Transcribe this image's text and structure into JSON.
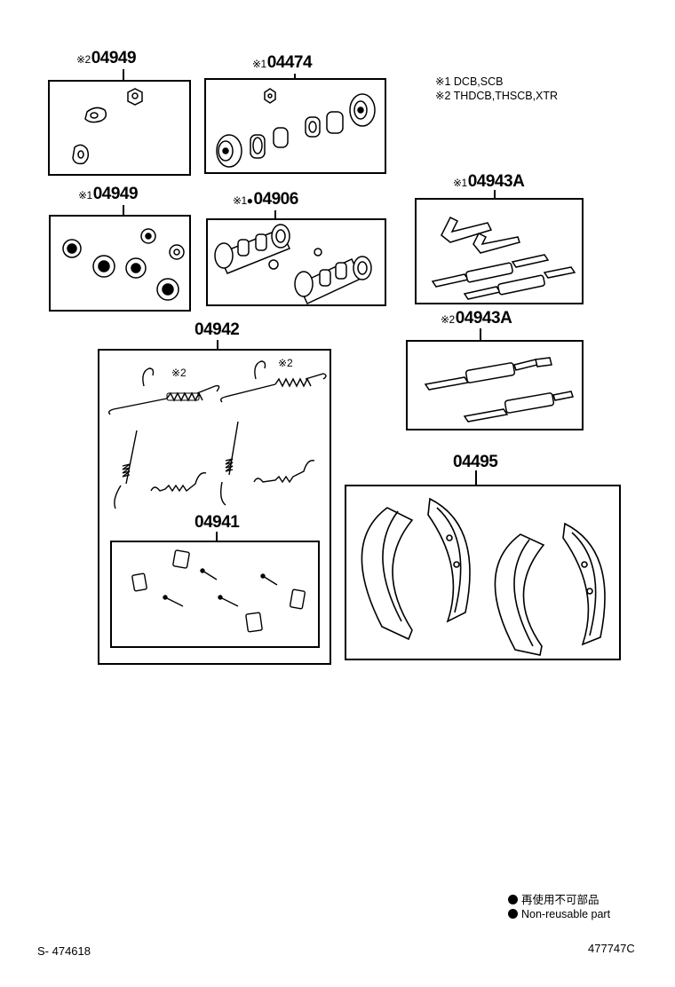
{
  "parts": {
    "p1": {
      "prefix": "※2",
      "number": "04949"
    },
    "p2": {
      "prefix": "※1",
      "number": "04474"
    },
    "p3": {
      "prefix": "※1",
      "number": "04949"
    },
    "p4": {
      "prefix": "※1●",
      "number": "04906"
    },
    "p5": {
      "prefix": "※1",
      "number": "04943A"
    },
    "p6": {
      "prefix": "※2",
      "number": "04943A"
    },
    "p7": {
      "prefix": "",
      "number": "04942"
    },
    "p8": {
      "prefix": "",
      "number": "04941"
    },
    "p9": {
      "prefix": "",
      "number": "04495"
    }
  },
  "callouts": {
    "c1": "※2",
    "c2": "※2"
  },
  "notes": {
    "n1": "※1 DCB,SCB",
    "n2": "※2 THDCB,THSCB,XTR"
  },
  "legend": {
    "jp": "再使用不可部品",
    "en": "Non-reusable part"
  },
  "footer": {
    "left": "S- 474618",
    "right": "477747C"
  }
}
